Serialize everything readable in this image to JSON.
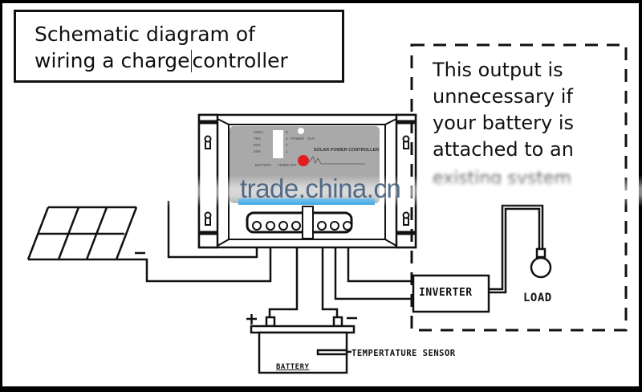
{
  "title": {
    "line1": "Schematic diagram of",
    "line2_part1": "wiring a charge",
    "line2_part2": "controller"
  },
  "note": {
    "lines": [
      "This output is",
      "unnecessary if",
      "your battery is",
      "attached to an"
    ],
    "obscured_line": "existing system"
  },
  "controller": {
    "panel_title": "SOLAR POWER CONTROLLER",
    "level_labels": [
      "100%",
      "75%",
      "50%",
      "25%"
    ],
    "level_numbers": [
      "8",
      "4",
      "2",
      "1"
    ],
    "power_label": "POWER",
    "out_label": "OUT",
    "battery_label": "BATTERY",
    "timer_set_label": "TIMER SET",
    "terminal_count": 7,
    "panel_color": "#a8a8a8",
    "knob_color": "#e02020",
    "strip_color": "#2a9de0"
  },
  "components": {
    "inverter_label": "INVERTER",
    "load_label": "LOAD",
    "battery_label": "BATTERY",
    "sensor_label": "TEMPERTATURE SENSOR",
    "plus_sign": "+",
    "minus_sign": "−",
    "panel_minus": "−"
  },
  "watermark": "trade.china.cn"
}
